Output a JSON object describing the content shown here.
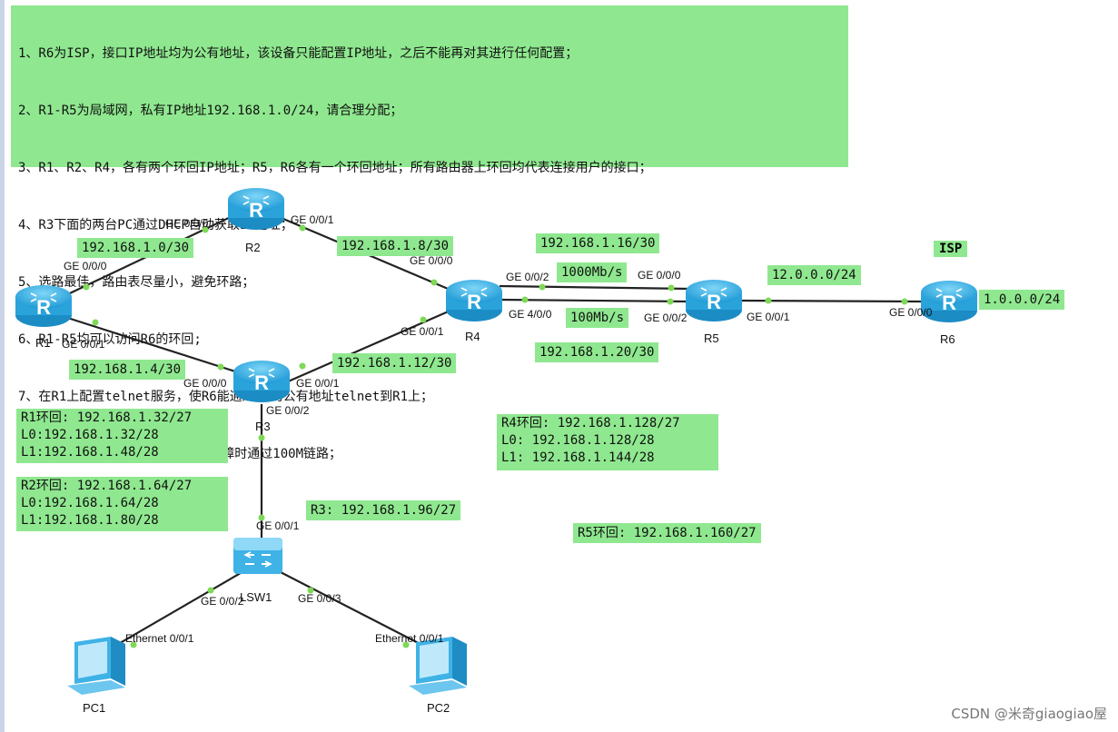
{
  "requirements": [
    "1、R6为ISP，接口IP地址均为公有地址，该设备只能配置IP地址，之后不能再对其进行任何配置；",
    "2、R1-R5为局域网，私有IP地址192.168.1.0/24，请合理分配；",
    "3、R1、R2、R4，各有两个环回IP地址；R5，R6各有一个环回地址；所有路由器上环回均代表连接用户的接口；",
    "4、R3下面的两台PC通过DHCP自动获取IP地址；",
    "5、选路最佳，路由表尽量小，避免环路；",
    "6、R1-R5均可以访问R6的环回;",
    "7、在R1上配置telnet服务，使R6能通过R5的公有地址telnet到R1上；",
    "8、R4与R5正常通过1000M链路，故障时通过100M链路；"
  ],
  "devices": {
    "r1": "R1",
    "r2": "R2",
    "r3": "R3",
    "r4": "R4",
    "r5": "R5",
    "r6": "R6",
    "lsw1": "LSW1",
    "pc1": "PC1",
    "pc2": "PC2"
  },
  "isp_label": "ISP",
  "subnets": {
    "r1_r2": "192.168.1.0/30",
    "r1_r3": "192.168.1.4/30",
    "r2_r4": "192.168.1.8/30",
    "r3_r4": "192.168.1.12/30",
    "r4_r5_a": "192.168.1.16/30",
    "r4_r5_b": "192.168.1.20/30",
    "r5_r6": "12.0.0.0/24",
    "r6_loop": "1.0.0.0/24",
    "r3_lan": "R3: 192.168.1.96/27"
  },
  "speeds": {
    "gig": "1000Mb/s",
    "fast": "100Mb/s"
  },
  "ports": {
    "r1_g000": "GE 0/0/0",
    "r1_g001": "GE 0/0/1",
    "r2_g000": "GE 0/0/0",
    "r2_g001": "GE 0/0/1",
    "r3_g000": "GE 0/0/0",
    "r3_g001": "GE 0/0/1",
    "r3_g002": "GE 0/0/2",
    "r4_g000": "GE 0/0/0",
    "r4_g001": "GE 0/0/1",
    "r4_g002": "GE 0/0/2",
    "r4_g400": "GE 4/0/0",
    "r5_g000": "GE 0/0/0",
    "r5_g002": "GE 0/0/2",
    "r5_g001": "GE 0/0/1",
    "r6_g000": "GE 0/0/0",
    "sw_g001": "GE 0/0/1",
    "sw_g002": "GE 0/0/2",
    "sw_g003": "GE 0/0/3",
    "pc1_eth": "Ethernet 0/0/1",
    "pc2_eth": "Ethernet 0/0/1"
  },
  "loopbacks": {
    "r1": {
      "title": "R1环回: 192.168.1.32/27",
      "l0": "L0:192.168.1.32/28",
      "l1": "L1:192.168.1.48/28"
    },
    "r2": {
      "title": "R2环回: 192.168.1.64/27",
      "l0": "L0:192.168.1.64/28",
      "l1": "L1:192.168.1.80/28"
    },
    "r4": {
      "title": "R4环回: 192.168.1.128/27",
      "l0": "L0: 192.168.1.128/28",
      "l1": "L1: 192.168.1.144/28"
    },
    "r5": {
      "title": "R5环回: 192.168.1.160/27"
    }
  },
  "watermark": "CSDN @米奇giaogiao屋",
  "colors": {
    "note_bg": "#8fe88f",
    "router_body": "#3fb2e6",
    "port_dot": "#7ed957",
    "link": "#222222"
  }
}
